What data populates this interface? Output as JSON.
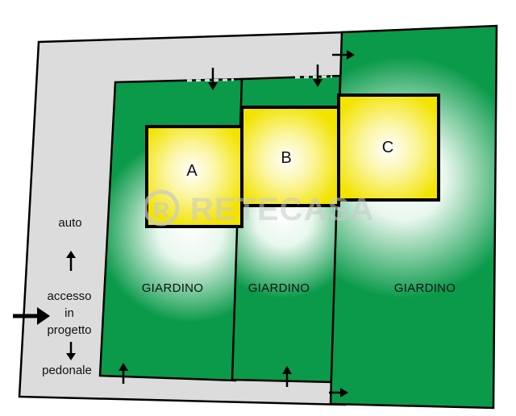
{
  "houses": [
    {
      "id": "house-a",
      "label": "A"
    },
    {
      "id": "house-b",
      "label": "B"
    },
    {
      "id": "house-c",
      "label": "C"
    }
  ],
  "gardens": [
    {
      "id": "garden-a",
      "label": "GIARDINO"
    },
    {
      "id": "garden-b",
      "label": "GIARDINO"
    },
    {
      "id": "garden-c",
      "label": "GIARDINO"
    }
  ],
  "access": {
    "auto": "auto",
    "access_lines": [
      "accesso",
      "in",
      "progetto"
    ],
    "pedonale": "pedonale"
  },
  "watermark": {
    "text": "RETECASA",
    "icon": "registered-r-icon"
  },
  "colors": {
    "garden": "#0a9a4a",
    "house": "#f5e800",
    "house_glow": "#ffffff",
    "courtyard": "#dcdcdc",
    "outline": "#000000"
  }
}
